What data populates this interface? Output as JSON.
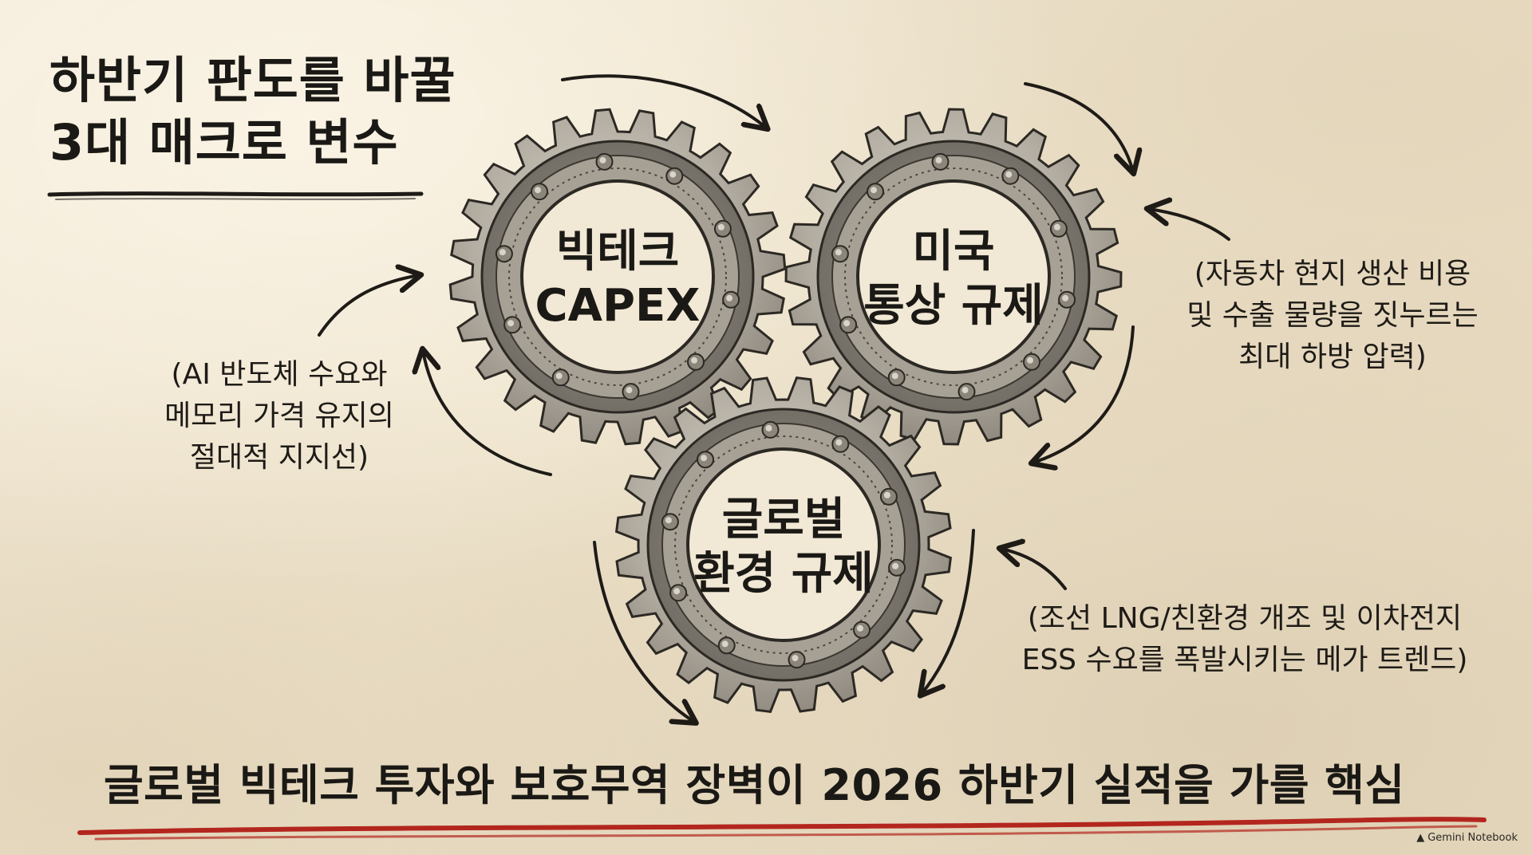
{
  "title": {
    "line1": "하반기 판도를 바꿀",
    "line2": "3대 매크로 변수"
  },
  "gears": {
    "bigtech": {
      "line1": "빅테크",
      "line2": "CAPEX"
    },
    "us_trade": {
      "line1": "미국",
      "line2": "통상 규제"
    },
    "global_env": {
      "line1": "글로벌",
      "line2": "환경 규제"
    }
  },
  "notes": {
    "left": [
      "(AI 반도체 수요와",
      "메모리 가격 유지의",
      "절대적 지지선)"
    ],
    "right_top": [
      "(자동차 현지 생산 비용",
      "및 수출 물량을 짓누르는",
      "최대 하방 압력)"
    ],
    "right_bottom": [
      "(조선 LNG/친환경 개조 및 이차전지",
      "ESS 수요를 폭발시키는 메가 트렌드)"
    ]
  },
  "footer": "글로벌 빅테크 투자와 보호무역 장벽이 2026 하반기 실적을 가를 핵심",
  "badge": "Gemini Notebook",
  "colors": {
    "ink": "#1b1915",
    "paper": "#efe6d2",
    "gear_metal": "#b9b3a8",
    "gear_dark": "#5b564e",
    "underline_red": "#b3261e"
  }
}
